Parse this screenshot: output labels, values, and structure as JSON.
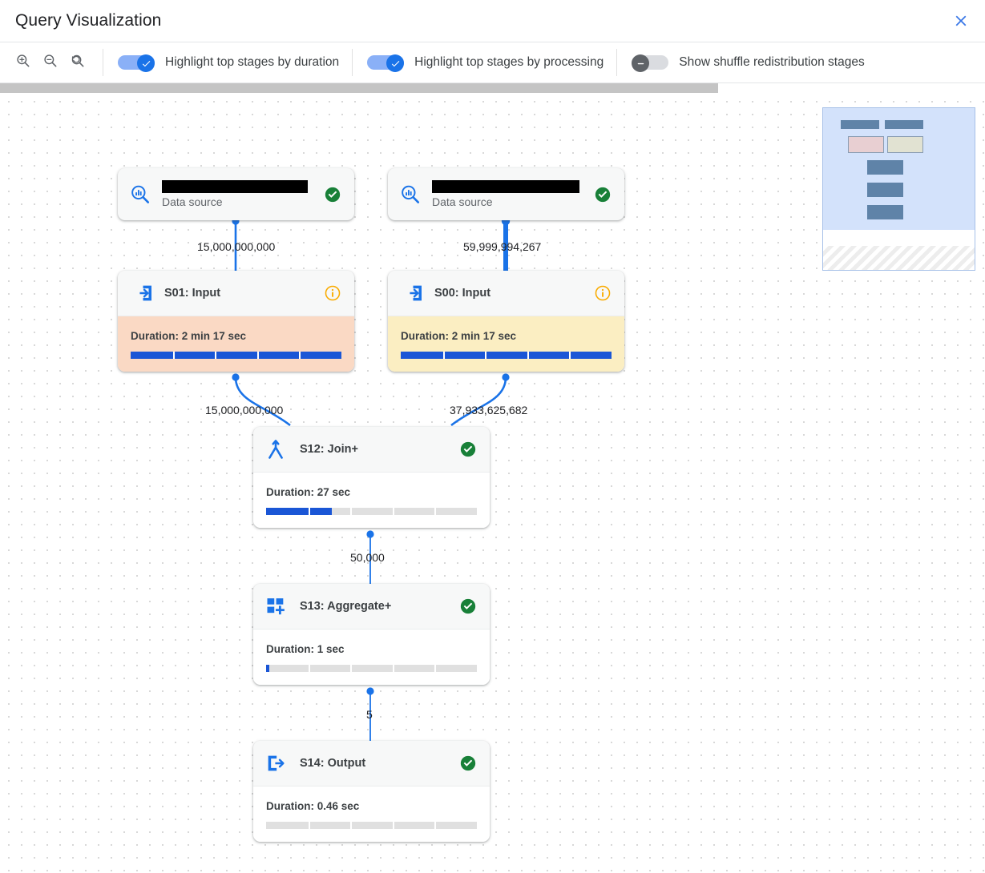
{
  "header": {
    "title": "Query Visualization",
    "close_icon": "close-icon"
  },
  "toolbar": {
    "zoom_in_icon": "zoom-in-icon",
    "zoom_out_icon": "zoom-out-icon",
    "zoom_reset_icon": "zoom-reset-icon",
    "toggles": [
      {
        "label": "Highlight top stages by duration",
        "state": "on"
      },
      {
        "label": "Highlight top stages by processing",
        "state": "on"
      },
      {
        "label": "Show shuffle redistribution stages",
        "state": "off"
      }
    ]
  },
  "colors": {
    "accent_blue": "#1a73e8",
    "bar_blue": "#1a56d6",
    "status_green": "#188038",
    "info_amber": "#f9ab00",
    "highlight_peach": "#fad9c4",
    "highlight_yellow": "#fbeec2",
    "edge_blue": "#1a73e8"
  },
  "graph": {
    "data_sources": [
      {
        "name_redacted": true,
        "subtitle": "Data source",
        "status": "success",
        "icon": "data-source-search-icon"
      },
      {
        "name_redacted": true,
        "subtitle": "Data source",
        "status": "success",
        "icon": "data-source-search-icon"
      }
    ],
    "stages": [
      {
        "id": "S01",
        "title": "S01: Input",
        "icon": "input-arrow-icon",
        "status": "info",
        "duration_label": "Duration: 2 min 17 sec",
        "progress_pct": 100,
        "highlight": "peach"
      },
      {
        "id": "S00",
        "title": "S00: Input",
        "icon": "input-arrow-icon",
        "status": "info",
        "duration_label": "Duration: 2 min 17 sec",
        "progress_pct": 100,
        "highlight": "yellow"
      },
      {
        "id": "S12",
        "title": "S12: Join+",
        "icon": "join-merge-icon",
        "status": "success",
        "duration_label": "Duration: 27 sec",
        "progress_pct": 31,
        "highlight": "none"
      },
      {
        "id": "S13",
        "title": "S13: Aggregate+",
        "icon": "aggregate-grid-plus-icon",
        "status": "success",
        "duration_label": "Duration: 1 sec",
        "progress_pct": 1.5,
        "highlight": "none"
      },
      {
        "id": "S14",
        "title": "S14: Output",
        "icon": "output-arrow-icon",
        "status": "success",
        "duration_label": "Duration: 0.46 sec",
        "progress_pct": 0,
        "highlight": "none"
      }
    ],
    "edges": [
      {
        "from": "datasource-1",
        "to": "S01",
        "rows": "15,000,000,000"
      },
      {
        "from": "datasource-2",
        "to": "S00",
        "rows": "59,999,994,267"
      },
      {
        "from": "S01",
        "to": "S12",
        "rows": "15,000,000,000"
      },
      {
        "from": "S00",
        "to": "S12",
        "rows": "37,933,625,682"
      },
      {
        "from": "S12",
        "to": "S13",
        "rows": "50,000"
      },
      {
        "from": "S13",
        "to": "S14",
        "rows": "5"
      }
    ]
  },
  "minimap": {
    "label": "minimap"
  }
}
